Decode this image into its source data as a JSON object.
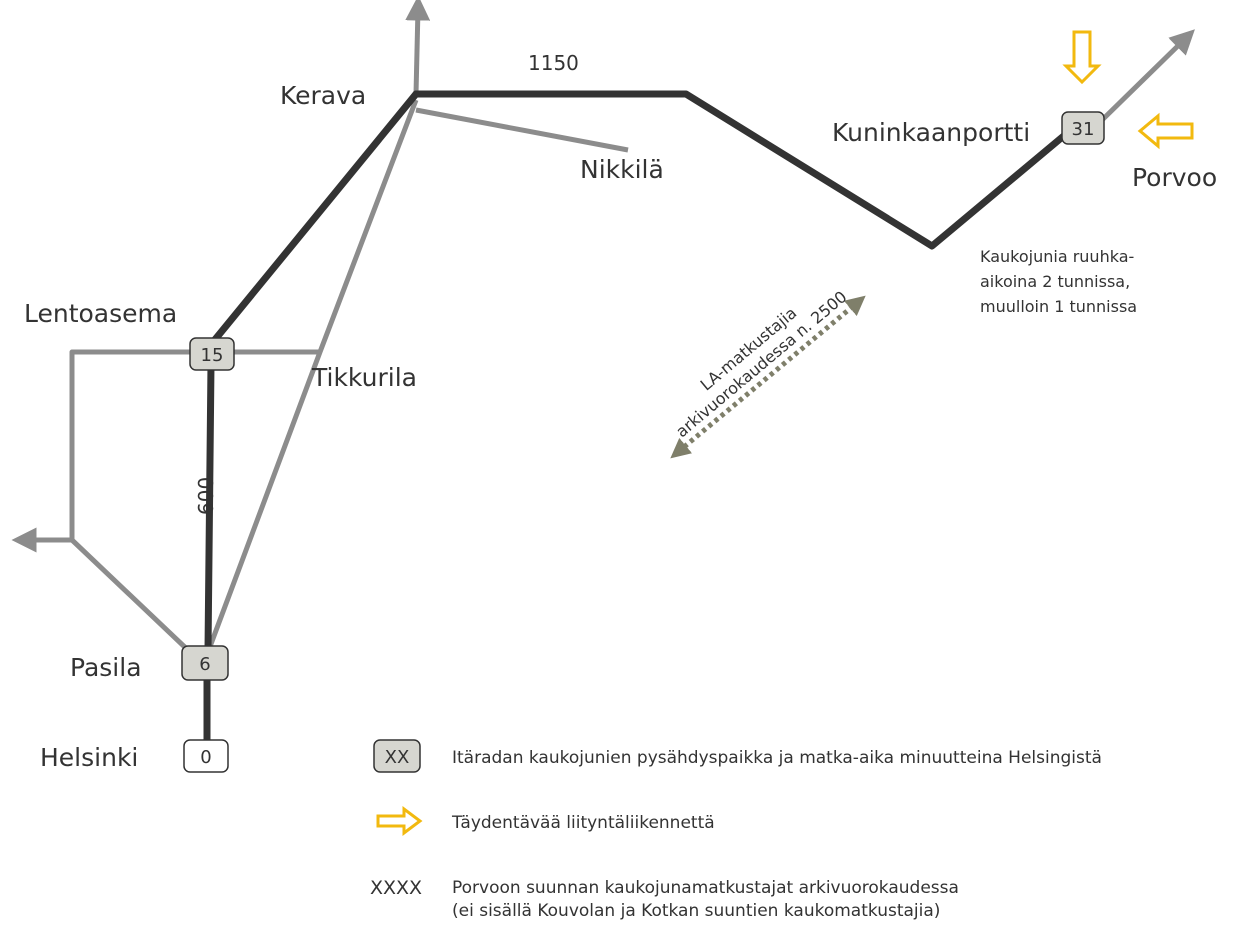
{
  "places": {
    "kerava": "Kerava",
    "nikkila": "Nikkilä",
    "kuninkaanportti": "Kuninkaanportti",
    "porvoo": "Porvoo",
    "lentoasema": "Lentoasema",
    "tikkurila": "Tikkurila",
    "pasila": "Pasila",
    "helsinki": "Helsinki"
  },
  "stops": {
    "kuninkaanportti": "31",
    "lentoasema": "15",
    "pasila": "6",
    "helsinki": "0"
  },
  "segments": {
    "kerava_kuninkaanportti": "1150",
    "pasila_lentoasema": "600"
  },
  "notes": {
    "la_line1": "LA-matkustajia",
    "la_line2": "arkivuorokaudessa n. 2500",
    "trains_line1": "Kaukojunia ruuhka-",
    "trains_line2": "aikoina 2 tunnissa,",
    "trains_line3": "muulloin 1 tunnissa"
  },
  "legend": {
    "stop_sample": "XX",
    "stop_text": "Itäradan kaukojunien pysähdyspaikka ja matka-aika minuutteina Helsingistä",
    "arrow_text": "Täydentävää liityntäliikennettä",
    "count_sample": "XXXX",
    "count_text1": "Porvoon suunnan kaukojunamatkustajat arkivuorokaudessa",
    "count_text2": "(ei sisällä Kouvolan ja Kotkan suuntien kaukomatkustajia)"
  },
  "colors": {
    "main_line": "#333333",
    "secondary_line": "#8c8c8c",
    "stop_fill": "#d6d6d0",
    "feeder_arrow": "#f2b90f",
    "flow_arrow": "#7f7f6a"
  }
}
